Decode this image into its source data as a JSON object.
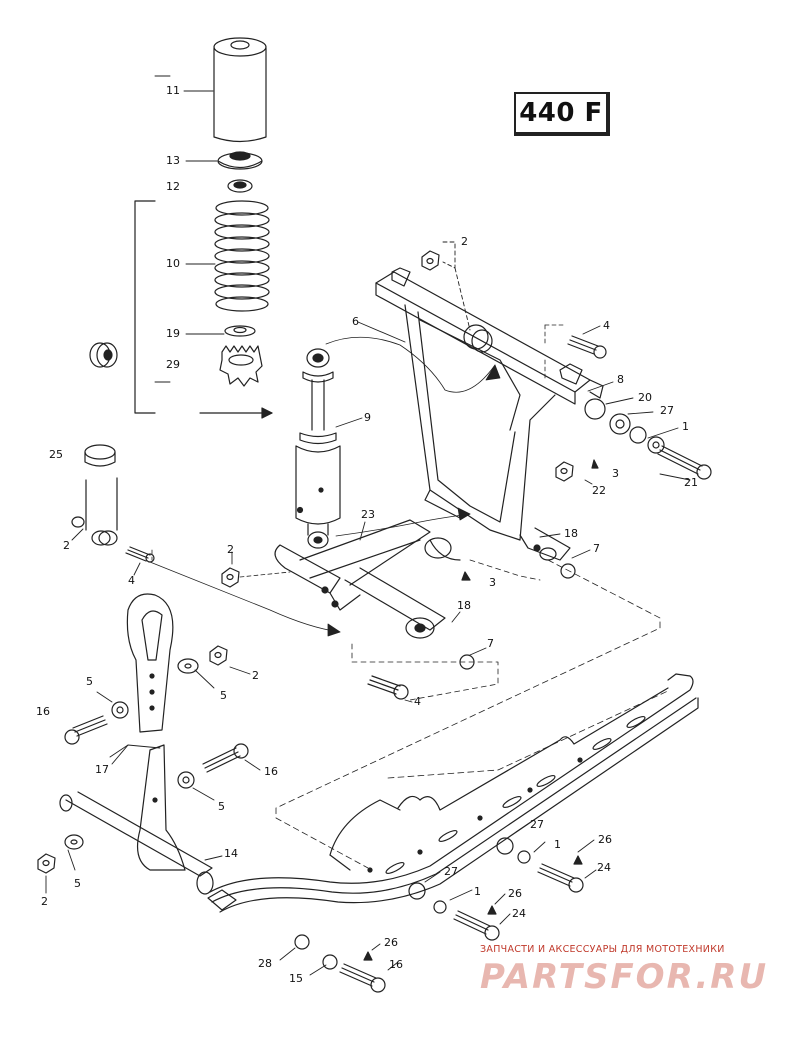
{
  "diagram": {
    "model": "440 F",
    "callouts": [
      {
        "id": "c11",
        "text": "11"
      },
      {
        "id": "c13",
        "text": "13"
      },
      {
        "id": "c12",
        "text": "12"
      },
      {
        "id": "c10",
        "text": "10"
      },
      {
        "id": "c19",
        "text": "19"
      },
      {
        "id": "c29",
        "text": "29"
      },
      {
        "id": "c25",
        "text": "25"
      },
      {
        "id": "c2a",
        "text": "2"
      },
      {
        "id": "c4a",
        "text": "4"
      },
      {
        "id": "c9",
        "text": "9"
      },
      {
        "id": "c2b",
        "text": "2"
      },
      {
        "id": "c6",
        "text": "6"
      },
      {
        "id": "c4b",
        "text": "4"
      },
      {
        "id": "c8",
        "text": "8"
      },
      {
        "id": "c20",
        "text": "20"
      },
      {
        "id": "c27a",
        "text": "27"
      },
      {
        "id": "c1a",
        "text": "1"
      },
      {
        "id": "c21",
        "text": "21"
      },
      {
        "id": "c3a",
        "text": "3"
      },
      {
        "id": "c22",
        "text": "22"
      },
      {
        "id": "c23",
        "text": "23"
      },
      {
        "id": "c18a",
        "text": "18"
      },
      {
        "id": "c7a",
        "text": "7"
      },
      {
        "id": "c2c",
        "text": "2"
      },
      {
        "id": "c3b",
        "text": "3"
      },
      {
        "id": "c18b",
        "text": "18"
      },
      {
        "id": "c7b",
        "text": "7"
      },
      {
        "id": "c4c",
        "text": "4"
      },
      {
        "id": "c2d",
        "text": "2"
      },
      {
        "id": "c5a",
        "text": "5"
      },
      {
        "id": "c5b",
        "text": "5"
      },
      {
        "id": "c16a",
        "text": "16"
      },
      {
        "id": "c17",
        "text": "17"
      },
      {
        "id": "c16b",
        "text": "16"
      },
      {
        "id": "c5c",
        "text": "5"
      },
      {
        "id": "c14",
        "text": "14"
      },
      {
        "id": "c2e",
        "text": "2"
      },
      {
        "id": "c5d",
        "text": "5"
      },
      {
        "id": "c27b",
        "text": "27"
      },
      {
        "id": "c1b",
        "text": "1"
      },
      {
        "id": "c26a",
        "text": "26"
      },
      {
        "id": "c24a",
        "text": "24"
      },
      {
        "id": "c27c",
        "text": "27"
      },
      {
        "id": "c1c",
        "text": "1"
      },
      {
        "id": "c26b",
        "text": "26"
      },
      {
        "id": "c24b",
        "text": "24"
      },
      {
        "id": "c28",
        "text": "28"
      },
      {
        "id": "c26c",
        "text": "26"
      },
      {
        "id": "c15",
        "text": "15"
      },
      {
        "id": "c16c",
        "text": "16"
      }
    ]
  },
  "watermark": {
    "subtitle": "ЗАПЧАСТИ И АКСЕССУАРЫ ДЛЯ МОТОТЕХНИКИ",
    "logo": "PARTSFOR.RU"
  },
  "colors": {
    "line": "#222222",
    "watermark_red": "#c0392b",
    "watermark_pink": "#e8b7b0"
  }
}
